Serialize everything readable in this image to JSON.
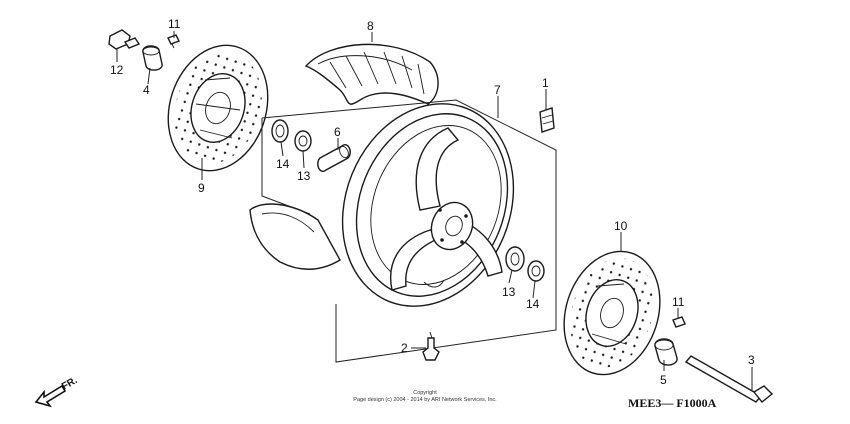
{
  "diagram": {
    "callouts": [
      "11",
      "12",
      "4",
      "9",
      "8",
      "1",
      "7",
      "6",
      "14",
      "13",
      "13",
      "14",
      "10",
      "11",
      "2",
      "5",
      "3"
    ],
    "drawing_code": "MEE3— F1000A",
    "direction": "FR.",
    "copyright_line1": "Copyright",
    "copyright_line2": "Page design (c) 2004 - 2014 by ARI Network Services, Inc."
  }
}
